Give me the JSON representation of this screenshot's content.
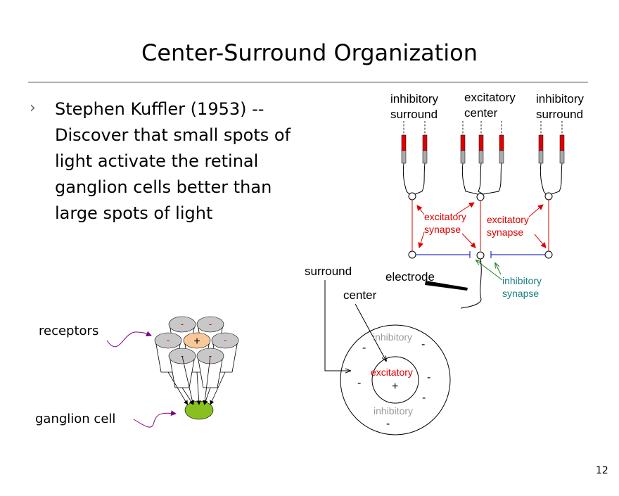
{
  "title": "Center-Surround Organization",
  "bullet": {
    "marker": "›",
    "lines": [
      "Stephen Kuffler (1953) --",
      "Discover that small spots of",
      "light activate the retinal",
      "ganglion cells better than",
      "large spots of light"
    ]
  },
  "circuit": {
    "left_label": [
      "inhibitory",
      "surround"
    ],
    "center_label": [
      "excitatory",
      "center"
    ],
    "right_label": [
      "inhibitory",
      "surround"
    ],
    "excitatory_synapse_1": [
      "excitatory",
      "synapse"
    ],
    "excitatory_synapse_2": [
      "excitatory",
      "synapse"
    ],
    "inhibitory_synapse": [
      "inhibitory",
      "synapse"
    ],
    "electrode": "electrode"
  },
  "receptive_field": {
    "surround": "surround",
    "center": "center",
    "inhibitory_top": "inhibitory",
    "excitatory": "excitatory",
    "plus": "+",
    "inhibitory_bottom": "inhibitory",
    "minus": "-"
  },
  "receptor_diagram": {
    "receptors": "receptors",
    "ganglion_cell": "ganglion cell",
    "center_sign": "+",
    "surround_sign": "-"
  },
  "colors": {
    "excitatory": "#e00000",
    "inhibitory_line": "#0000c0",
    "inhibitory_text": "#1a8080",
    "ganglion": "#88c020",
    "center_receptor": "#f8c898",
    "surround_receptor": "#c8c8c8",
    "pointer": "#800080"
  },
  "page_number": "12"
}
